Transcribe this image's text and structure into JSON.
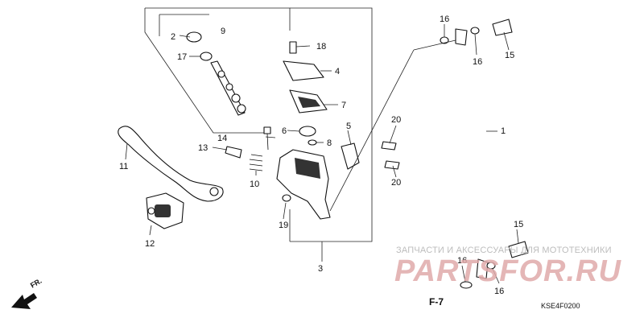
{
  "callouts": {
    "c1": "1",
    "c2": "2",
    "c3": "3",
    "c4": "4",
    "c5": "5",
    "c6": "6",
    "c7": "7",
    "c8": "8",
    "c9": "9",
    "c10": "10",
    "c11": "11",
    "c12": "12",
    "c13": "13",
    "c14": "14",
    "c15a": "15",
    "c15b": "15",
    "c16a": "16",
    "c16b": "16",
    "c16c": "16",
    "c16d": "16",
    "c17": "17",
    "c18": "18",
    "c19": "19",
    "c20a": "20",
    "c20b": "20"
  },
  "watermark": {
    "line1": "ЗАПЧАСТИ И АКСЕССУАРЫ ДЛЯ МОТОТЕХНИКИ",
    "line2": "PARTSFOR.RU"
  },
  "reference": "F-7",
  "direction": "FR.",
  "diagram_code": "KSE4F0200"
}
